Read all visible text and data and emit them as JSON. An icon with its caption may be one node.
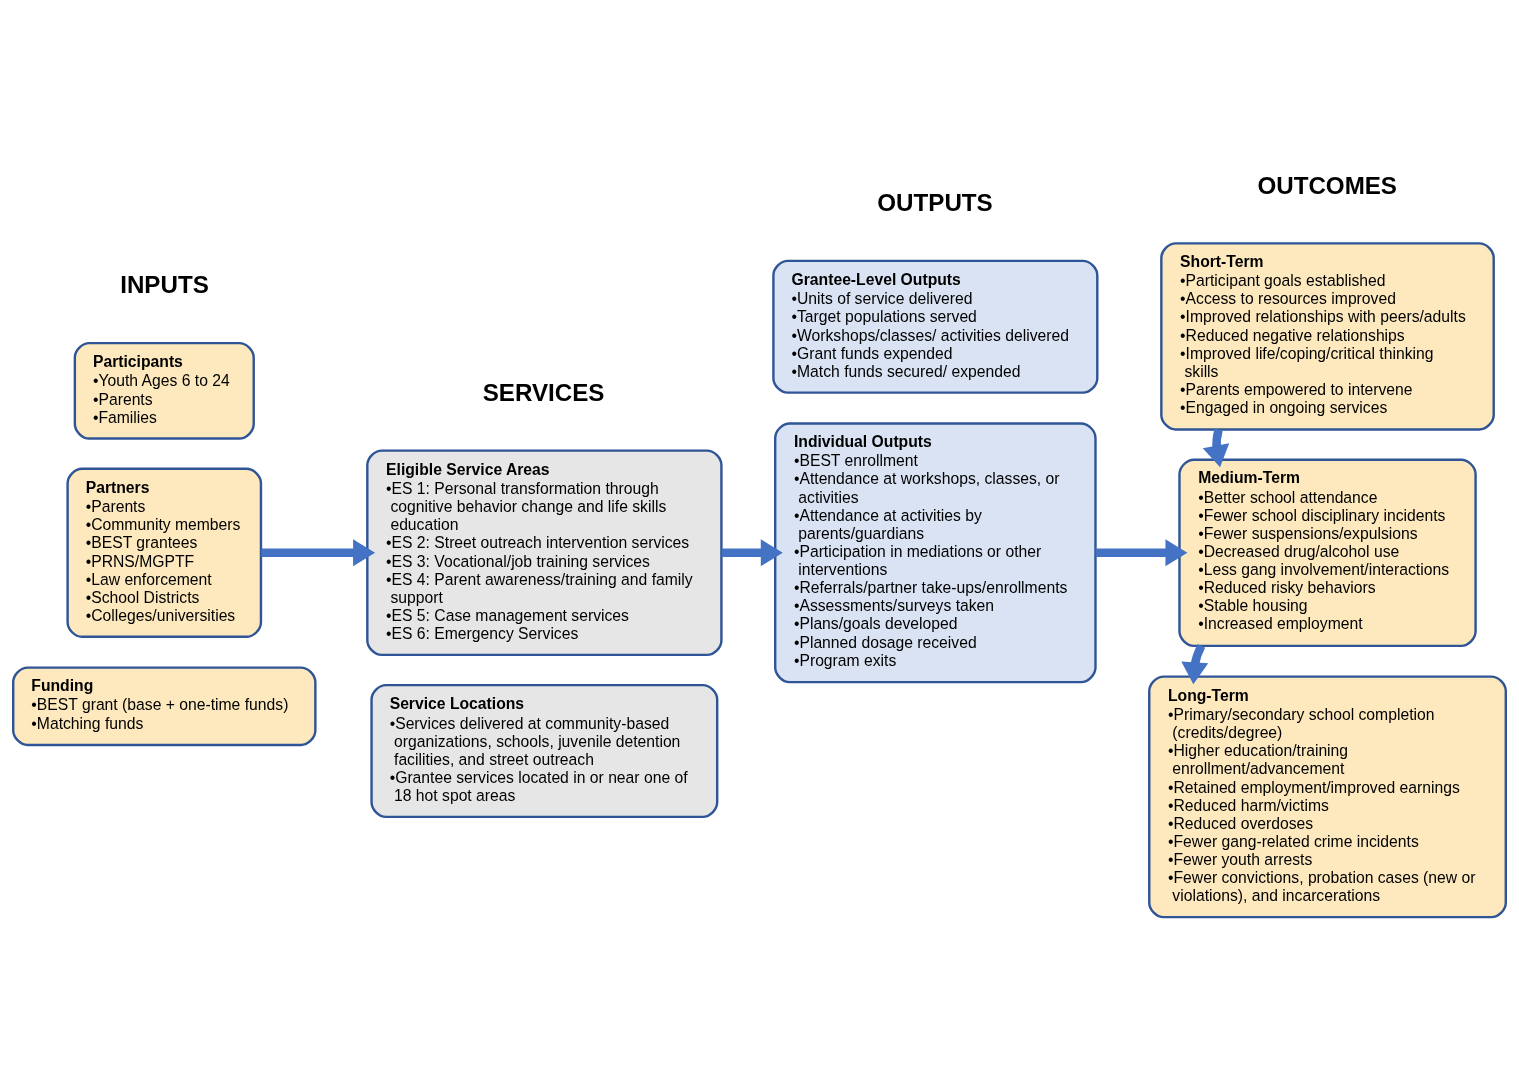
{
  "diagram": {
    "nodes": [
      {
        "text": [
          "Participants",
          "•Youth Ages 6 to 24",
          "•Parents",
          "•Families"
        ]
      },
      {
        "text": [
          "Partners",
          "•Parents",
          "•Community members",
          "•BEST grantees",
          "•PRNS/MGPTF",
          "•Law enforcement",
          "•School Districts",
          "•Colleges/universities"
        ]
      },
      {
        "text": [
          "Funding",
          "•BEST grant (base + one-time funds)",
          "•Matching funds"
        ]
      },
      {
        "text": [
          "Eligible Service Areas",
          "•ES 1: Personal transformation through cognitive behavior change and life skills education",
          "•ES 2: Street outreach intervention services",
          "•ES 3: Vocational/job training services",
          "•ES 4: Parent awareness/training and family support",
          "•ES 5: Case management services",
          "•ES 6: Emergency Services"
        ]
      },
      {
        "text": [
          "Service Locations",
          "•Services delivered at community-based organizations, schools, juvenile detention facilities, and street outreach",
          "•Grantee services located in or near one of 18 hot spot areas"
        ]
      },
      {
        "text": [
          "Grantee-Level Outputs",
          "•Units of service delivered",
          "•Target populations served",
          "•Workshops/classes/ activities delivered",
          "•Grant funds expended",
          "•Match funds secured/ expended"
        ]
      },
      {
        "text": [
          "Individual Outputs",
          "•BEST enrollment",
          "•Attendance at workshops, classes, or activities",
          "•Attendance at activities by parents/guardians",
          "•Participation in mediations or other interventions",
          "•Referrals/partner take-ups/enrollments",
          "•Assessments/surveys taken",
          "•Plans/goals developed",
          "•Planned dosage received",
          "•Program exits"
        ]
      },
      {
        "text": [
          "Short-Term",
          "•Participant goals established",
          "•Access to resources improved",
          "•Improved relationships with peers/adults",
          "•Reduced negative relationships",
          "•Improved life/coping/critical thinking skills",
          "•Parents empowered to intervene",
          "•Engaged in ongoing services"
        ]
      },
      {
        "text": [
          "Medium-Term",
          "•Better school attendance",
          "•Fewer school disciplinary incidents",
          "•Fewer suspensions/expulsions",
          "•Decreased drug/alcohol use",
          "•Less gang involvement/interactions",
          "•Reduced risky behaviors",
          "•Stable housing",
          "•Increased employment"
        ]
      },
      {
        "text": [
          "Long-Term",
          "•Primary/secondary school completion (credits/degree)",
          "•Higher education/training enrollment/advancement",
          "•Retained employment/improved earnings",
          "•Reduced harm/victims",
          "•Reduced overdoses",
          "•Fewer gang-related crime incidents",
          "•Fewer youth arrests",
          "•Fewer convictions, probation cases (new or violations), and incarcerations"
        ]
      }
    ],
    "edges": [
      {
        "from": 1,
        "to": 3,
        "arrow": "to"
      },
      {
        "from": 3,
        "to": 6,
        "arrow": "to"
      },
      {
        "from": 6,
        "to": 8,
        "arrow": "to"
      },
      {
        "from": 7,
        "to": 8,
        "arrow": "to"
      },
      {
        "from": 8,
        "to": 9,
        "arrow": "to"
      }
    ],
    "labels": [
      "INPUTS",
      "SERVICES",
      "OUTPUTS",
      "OUTCOMES"
    ]
  }
}
